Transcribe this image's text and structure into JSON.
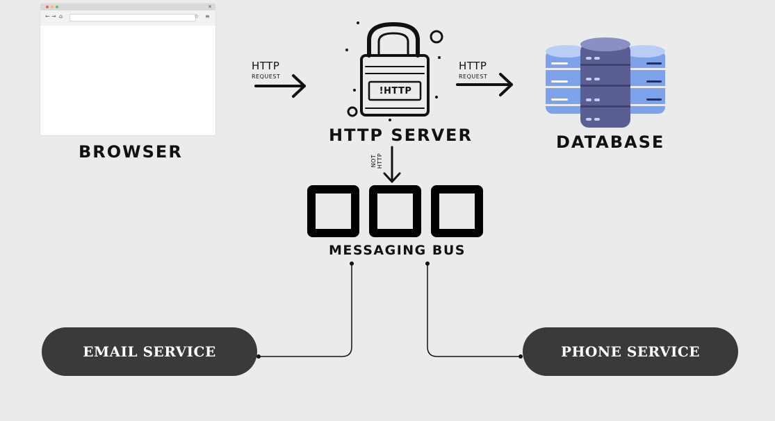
{
  "nodes": {
    "browser": "BROWSER",
    "http_server": "HTTP SERVER",
    "database": "DATABASE",
    "messaging_bus": "MESSAGING BUS",
    "email_service": "EMAIL SERVICE",
    "phone_service": "PHONE SERVICE"
  },
  "edges": {
    "browser_to_server": {
      "protocol": "HTTP",
      "kind": "REQUEST"
    },
    "server_to_database": {
      "protocol": "HTTP",
      "kind": "REQUEST"
    },
    "server_to_bus": {
      "line1": "NOT",
      "line2": "HTTP"
    }
  },
  "lock_badge": "!HTTP",
  "icons": {
    "browser": "browser-window-icon",
    "server": "padlock-icon",
    "database": "database-stack-icon",
    "bus_queue": "queue-box-icon"
  },
  "colors": {
    "background": "#ebebeb",
    "pill": "#3a3a3a",
    "db_blue": "#6f95e6",
    "db_purple": "#5a5e93"
  }
}
